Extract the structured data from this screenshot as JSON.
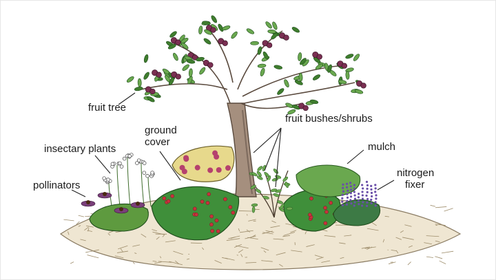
{
  "diagram": {
    "labels": {
      "fruit_tree": "fruit tree",
      "ground_cover_line1": "ground",
      "ground_cover_line2": "cover",
      "fruit_bushes": "fruit bushes/shrubs",
      "insectary_plants": "insectary plants",
      "mulch": "mulch",
      "nitrogen_fixer_line1": "nitrogen",
      "nitrogen_fixer_line2": "fixer",
      "pollinators": "pollinators"
    },
    "colors": {
      "trunk": "#a58f7e",
      "trunk_shadow": "#7d6a5d",
      "leaf": "#3f7d2e",
      "leaf_light": "#6aa84f",
      "fruit": "#7a2f52",
      "berry": "#c8323c",
      "ground_cover": "#3f8f3a",
      "mulch": "#cdbf9f",
      "shrub_flower": "#b5416e",
      "shrub_leaf": "#c6b35a",
      "lavender": "#6a4fa8",
      "coneflower": "#7a3f7a",
      "leader_line": "#222222"
    }
  }
}
